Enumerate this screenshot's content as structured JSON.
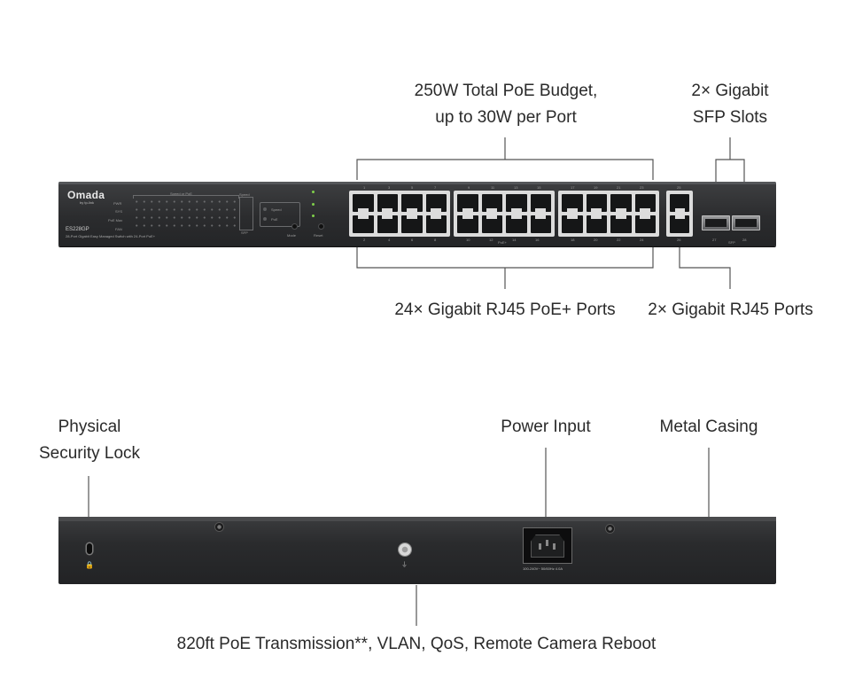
{
  "callouts": {
    "poe_budget": [
      "250W Total PoE Budget,",
      "up to 30W per Port"
    ],
    "sfp_slots": [
      "2× Gigabit",
      "SFP Slots"
    ],
    "poe_ports": "24× Gigabit RJ45 PoE+ Ports",
    "rj45_ports": "2× Gigabit RJ45 Ports",
    "security_lock": [
      "Physical",
      "Security Lock"
    ],
    "power_input": "Power Input",
    "metal_casing": "Metal Casing",
    "features": "820ft PoE Transmission**, VLAN, QoS, Remote Camera Reboot"
  },
  "front_panel": {
    "brand": "Omada",
    "brand_sub": "by tp-link",
    "model": "ES228GP",
    "description": "28-Port Gigabit Easy Managed Switch with 24-Port PoE+",
    "led_labels": [
      "PWR",
      "SYS",
      "PoE Max",
      "FAN"
    ],
    "speed_poe_label": "Speed or PoE",
    "speed_label": "Speed",
    "sfp_led_label": "SFP",
    "mode_options": [
      "Speed",
      "PoE"
    ],
    "mode_label": "Mode",
    "reset_label": "Reset",
    "poe_plus_label": "PoE+",
    "sfp_label": "SFP",
    "port_numbers_top": [
      "1",
      "3",
      "5",
      "7",
      "9",
      "11",
      "13",
      "15",
      "17",
      "19",
      "21",
      "23"
    ],
    "port_numbers_bottom": [
      "2",
      "4",
      "6",
      "8",
      "10",
      "12",
      "14",
      "16",
      "18",
      "20",
      "22",
      "24"
    ],
    "uplink_numbers": [
      "25",
      "26"
    ],
    "sfp_numbers": [
      "27",
      "28"
    ]
  },
  "rear_panel": {
    "power_rating": "100-240V~ 50/60Hz 4.0A"
  },
  "colors": {
    "chassis": "#2b2c2e",
    "port_frame": "#dcdcdc",
    "label_text": "#2a2a2a",
    "callout_line": "#555555",
    "led_green": "#7fcf4a"
  }
}
